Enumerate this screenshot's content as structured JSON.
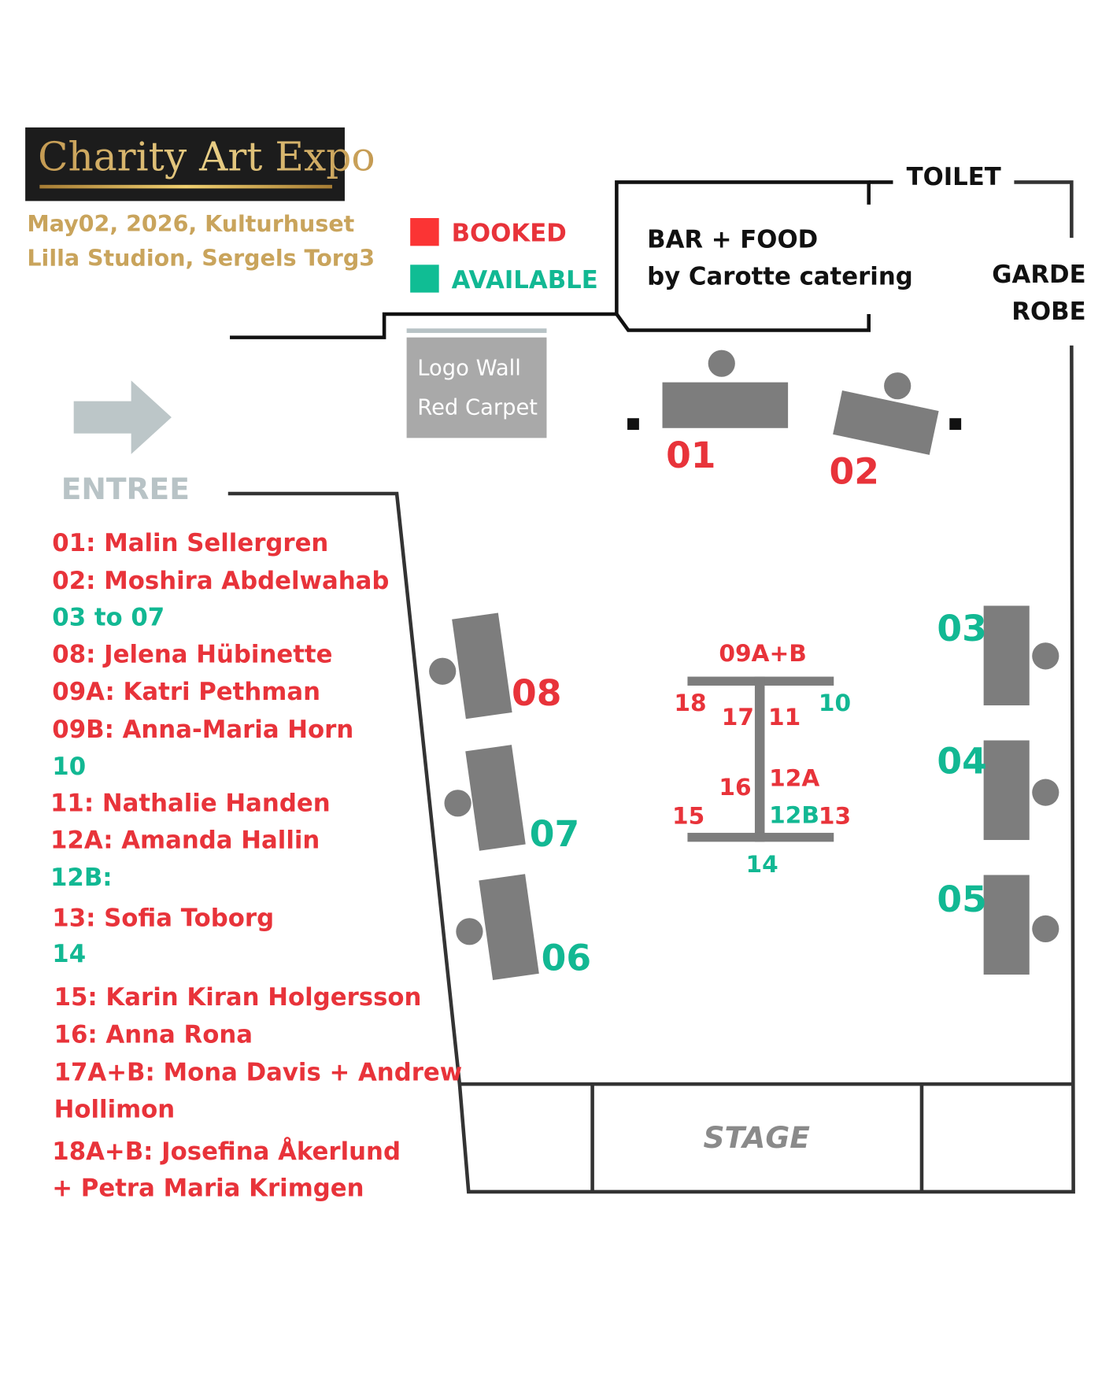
{
  "logo": {
    "title": "Charity Art Expo"
  },
  "event": {
    "line1": "May02, 2026, Kulturhuset",
    "line2": "Lilla Studion, Sergels Torg3"
  },
  "legend": {
    "booked": "BOOKED",
    "available": "AVAILABLE",
    "booked_color": "#e8333a",
    "available_color": "#12b893"
  },
  "rooms": {
    "toilet": "TOILET",
    "bar1": "BAR + FOOD",
    "bar2": "by Carotte catering",
    "garde1": "GARDE",
    "garde2": "ROBE",
    "logo_wall": "Logo Wall",
    "red_carpet": "Red Carpet",
    "entree": "ENTREE",
    "stage": "STAGE"
  },
  "booths": {
    "b01": "01",
    "b02": "02",
    "b03": "03",
    "b04": "04",
    "b05": "05",
    "b06": "06",
    "b07": "07",
    "b08": "08",
    "b09": "09A+B",
    "b10": "10",
    "b11": "11",
    "b12a": "12A",
    "b12b": "12B",
    "b13": "13",
    "b14": "14",
    "b15": "15",
    "b16": "16",
    "b17": "17",
    "b18": "18"
  },
  "exhibitors": [
    {
      "text": "01: Malin Sellergren",
      "status": "booked"
    },
    {
      "text": "02: Moshira Abdelwahab",
      "status": "booked"
    },
    {
      "text": "03 to 07",
      "status": "available"
    },
    {
      "text": "08: Jelena Hübinette",
      "status": "booked"
    },
    {
      "text": "09A: Katri Pethman",
      "status": "booked"
    },
    {
      "text": "09B: Anna-Maria Horn",
      "status": "booked"
    },
    {
      "text": "10",
      "status": "available"
    },
    {
      "text": "11: Nathalie Handen",
      "status": "booked"
    },
    {
      "text": "12A: Amanda Hallin",
      "status": "booked"
    },
    {
      "text": "12B:",
      "status": "available"
    },
    {
      "text": "13: Sofia Toborg",
      "status": "booked"
    },
    {
      "text": "14",
      "status": "available"
    },
    {
      "text": "15: Karin Kiran Holgersson",
      "status": "booked"
    },
    {
      "text": "16: Anna Rona",
      "status": "booked"
    },
    {
      "text": "17A+B: Mona Davis + Andrew",
      "status": "booked"
    },
    {
      "text": "Hollimon",
      "status": "booked"
    },
    {
      "text": "18A+B: Josefina Åkerlund",
      "status": "booked"
    },
    {
      "text": "+ Petra Maria Krimgen",
      "status": "booked"
    }
  ]
}
